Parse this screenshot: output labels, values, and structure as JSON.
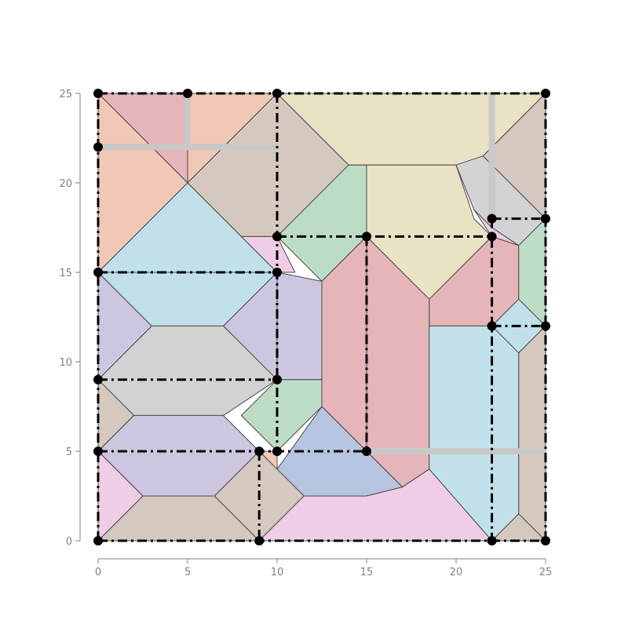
{
  "axes": {
    "x_range": [
      0,
      25
    ],
    "y_range": [
      0,
      25
    ],
    "x_ticks": [
      "0",
      "5",
      "10",
      "15",
      "20",
      "25"
    ],
    "y_ticks": [
      "0",
      "5",
      "10",
      "15",
      "20",
      "25"
    ],
    "axis_color": "#808080"
  },
  "colors": {
    "red": "#e5b5b9",
    "peach": "#f0c8b5",
    "taupe": "#d5c9bf",
    "cream": "#e9e2c5",
    "green": "#bcdcc5",
    "pink": "#efcde6",
    "lavender": "#ccc6e0",
    "lightblue": "#c1e1ea",
    "gray": "#d2d2d2",
    "steelblue": "#b6c4e0",
    "band": "#c8c8c8"
  },
  "regions": [
    {
      "name": "top-left-corner",
      "color": "red",
      "points": [
        [
          0,
          25
        ],
        [
          5,
          25
        ],
        [
          5,
          20
        ],
        [
          0,
          25
        ]
      ]
    },
    {
      "name": "top-left-peach-a",
      "color": "peach",
      "points": [
        [
          5,
          25
        ],
        [
          10,
          25
        ],
        [
          5,
          20
        ]
      ]
    },
    {
      "name": "top-left-peach-b",
      "color": "peach",
      "points": [
        [
          0,
          25
        ],
        [
          5,
          20
        ],
        [
          0,
          15
        ]
      ]
    },
    {
      "name": "top-center-taupe",
      "color": "taupe",
      "points": [
        [
          10,
          25
        ],
        [
          5,
          20
        ],
        [
          8,
          17
        ],
        [
          10,
          17
        ],
        [
          14,
          21
        ]
      ]
    },
    {
      "name": "upper-left-lightblue",
      "color": "lightblue",
      "points": [
        [
          0,
          15
        ],
        [
          5,
          20
        ],
        [
          8,
          17
        ],
        [
          10,
          15
        ]
      ]
    },
    {
      "name": "pink-sliver-top",
      "color": "pink",
      "points": [
        [
          8,
          17
        ],
        [
          10,
          17
        ],
        [
          11,
          15
        ],
        [
          10,
          15
        ]
      ]
    },
    {
      "name": "top-cream",
      "color": "cream",
      "points": [
        [
          10,
          25
        ],
        [
          25,
          25
        ],
        [
          21.5,
          21.5
        ],
        [
          20.5,
          21
        ],
        [
          14,
          21
        ]
      ]
    },
    {
      "name": "top-right-taupe",
      "color": "taupe",
      "points": [
        [
          25,
          25
        ],
        [
          25,
          18
        ],
        [
          21.5,
          21.5
        ]
      ]
    },
    {
      "name": "green-upper",
      "color": "green",
      "points": [
        [
          14,
          21
        ],
        [
          15,
          21
        ],
        [
          15,
          17
        ],
        [
          12.5,
          14.5
        ],
        [
          10,
          17
        ]
      ]
    },
    {
      "name": "cream-center",
      "color": "cream",
      "points": [
        [
          15,
          21
        ],
        [
          20,
          21
        ],
        [
          21,
          18
        ],
        [
          22,
          17
        ],
        [
          18.5,
          13.5
        ],
        [
          15,
          17
        ]
      ]
    },
    {
      "name": "gray-right",
      "color": "gray",
      "points": [
        [
          20,
          21
        ],
        [
          21.5,
          21.5
        ],
        [
          25,
          18
        ],
        [
          23.5,
          16.5
        ],
        [
          22,
          17.5
        ],
        [
          21,
          18.5
        ]
      ]
    },
    {
      "name": "pink-right",
      "color": "pink",
      "points": [
        [
          21,
          18.5
        ],
        [
          22,
          17.5
        ],
        [
          23.5,
          16.5
        ],
        [
          22,
          17
        ]
      ]
    },
    {
      "name": "red-right",
      "color": "red",
      "points": [
        [
          18.5,
          13.5
        ],
        [
          22,
          17
        ],
        [
          23.5,
          16.5
        ],
        [
          23.5,
          13.5
        ],
        [
          22,
          12
        ],
        [
          18.5,
          12
        ]
      ]
    },
    {
      "name": "green-right",
      "color": "green",
      "points": [
        [
          23.5,
          16.5
        ],
        [
          25,
          18
        ],
        [
          25,
          12
        ],
        [
          23.5,
          13.5
        ]
      ]
    },
    {
      "name": "lavender-left-upper",
      "color": "lavender",
      "points": [
        [
          0,
          15
        ],
        [
          3,
          12
        ],
        [
          0,
          9
        ]
      ]
    },
    {
      "name": "lightblue-upper-right-band",
      "color": "lightblue",
      "points": [
        [
          0,
          15
        ],
        [
          10,
          15
        ],
        [
          7,
          12
        ],
        [
          3,
          12
        ]
      ]
    },
    {
      "name": "lavender-center-left",
      "color": "lavender",
      "points": [
        [
          10,
          15
        ],
        [
          7,
          12
        ],
        [
          10,
          9
        ]
      ]
    },
    {
      "name": "lavender-center",
      "color": "lavender",
      "points": [
        [
          10,
          15
        ],
        [
          12.5,
          14.5
        ],
        [
          12.5,
          9
        ],
        [
          10,
          9
        ]
      ]
    },
    {
      "name": "gray-center",
      "color": "gray",
      "points": [
        [
          0,
          9
        ],
        [
          3,
          12
        ],
        [
          7,
          12
        ],
        [
          10,
          9
        ],
        [
          7,
          7
        ],
        [
          2,
          7
        ]
      ]
    },
    {
      "name": "red-center",
      "color": "red",
      "points": [
        [
          12.5,
          14.5
        ],
        [
          15,
          17
        ],
        [
          15,
          5
        ],
        [
          12.5,
          7.5
        ]
      ]
    },
    {
      "name": "red-center-right",
      "color": "red",
      "points": [
        [
          15,
          17
        ],
        [
          18.5,
          13.5
        ],
        [
          18.5,
          4
        ],
        [
          17,
          3
        ],
        [
          15,
          5
        ]
      ]
    },
    {
      "name": "lightblue-right",
      "color": "lightblue",
      "points": [
        [
          18.5,
          12
        ],
        [
          22,
          12
        ],
        [
          23.5,
          11
        ],
        [
          23.5,
          1.5
        ],
        [
          22,
          0
        ],
        [
          18.5,
          4
        ]
      ]
    },
    {
      "name": "lightblue-right-small",
      "color": "lightblue",
      "points": [
        [
          22,
          12
        ],
        [
          23.5,
          13.5
        ],
        [
          25,
          12
        ],
        [
          23.5,
          10.5
        ]
      ]
    },
    {
      "name": "taupe-right",
      "color": "taupe",
      "points": [
        [
          23.5,
          10.5
        ],
        [
          25,
          12
        ],
        [
          25,
          0
        ],
        [
          23.5,
          1.5
        ]
      ]
    },
    {
      "name": "taupe-bottom-right",
      "color": "taupe",
      "points": [
        [
          22,
          0
        ],
        [
          23.5,
          1.5
        ],
        [
          25,
          0
        ]
      ]
    },
    {
      "name": "green-center-low",
      "color": "green",
      "points": [
        [
          10,
          9
        ],
        [
          12.5,
          9
        ],
        [
          12.5,
          7.5
        ],
        [
          10,
          5
        ],
        [
          8,
          7
        ]
      ]
    },
    {
      "name": "steelblue-center",
      "color": "steelblue",
      "points": [
        [
          12.5,
          7.5
        ],
        [
          15,
          5
        ],
        [
          17,
          3
        ],
        [
          15,
          2.5
        ],
        [
          11.5,
          2.5
        ],
        [
          10,
          4
        ]
      ]
    },
    {
      "name": "taupe-left-low",
      "color": "taupe",
      "points": [
        [
          0,
          9
        ],
        [
          2,
          7
        ],
        [
          0,
          5
        ]
      ]
    },
    {
      "name": "lavender-bottom-left",
      "color": "lavender",
      "points": [
        [
          0,
          5
        ],
        [
          2,
          7
        ],
        [
          7,
          7
        ],
        [
          9,
          5
        ],
        [
          6.5,
          2.5
        ],
        [
          2.5,
          2.5
        ]
      ]
    },
    {
      "name": "pink-bottom-left",
      "color": "pink",
      "points": [
        [
          0,
          5
        ],
        [
          2.5,
          2.5
        ],
        [
          0,
          0
        ]
      ]
    },
    {
      "name": "taupe-bottom-left",
      "color": "taupe",
      "points": [
        [
          0,
          0
        ],
        [
          2.5,
          2.5
        ],
        [
          6.5,
          2.5
        ],
        [
          9,
          0
        ]
      ]
    },
    {
      "name": "peach-small",
      "color": "peach",
      "points": [
        [
          9,
          5
        ],
        [
          10,
          5
        ],
        [
          10,
          4
        ],
        [
          9,
          5
        ]
      ]
    },
    {
      "name": "taupe-bottom-center",
      "color": "taupe",
      "points": [
        [
          9,
          5
        ],
        [
          10,
          4
        ],
        [
          11.5,
          2.5
        ],
        [
          9,
          0
        ],
        [
          6.5,
          2.5
        ]
      ]
    },
    {
      "name": "pink-bottom-center",
      "color": "pink",
      "points": [
        [
          9,
          0
        ],
        [
          11.5,
          2.5
        ],
        [
          15,
          2.5
        ],
        [
          17,
          3
        ],
        [
          18.5,
          4
        ],
        [
          22,
          0
        ]
      ]
    }
  ],
  "bands": [
    {
      "name": "band-top-5",
      "points": [
        [
          5,
          25
        ],
        [
          5,
          22
        ]
      ]
    },
    {
      "name": "band-y22",
      "points": [
        [
          0,
          22
        ],
        [
          10,
          22
        ]
      ]
    },
    {
      "name": "band-x22-top",
      "points": [
        [
          22,
          25
        ],
        [
          22,
          18
        ]
      ]
    },
    {
      "name": "band-y5-right",
      "points": [
        [
          15,
          5
        ],
        [
          25,
          5
        ]
      ]
    }
  ],
  "edges": [
    {
      "name": "edge-top",
      "points": [
        [
          0,
          25
        ],
        [
          25,
          25
        ]
      ]
    },
    {
      "name": "edge-bottom",
      "points": [
        [
          0,
          0
        ],
        [
          25,
          0
        ]
      ]
    },
    {
      "name": "edge-left",
      "points": [
        [
          0,
          0
        ],
        [
          0,
          25
        ]
      ]
    },
    {
      "name": "edge-right",
      "points": [
        [
          25,
          0
        ],
        [
          25,
          25
        ]
      ]
    },
    {
      "name": "edge-x10",
      "points": [
        [
          10,
          25
        ],
        [
          10,
          5
        ]
      ]
    },
    {
      "name": "edge-y15",
      "points": [
        [
          0,
          15
        ],
        [
          10,
          15
        ]
      ]
    },
    {
      "name": "edge-y9",
      "points": [
        [
          0,
          9
        ],
        [
          10,
          9
        ]
      ]
    },
    {
      "name": "edge-y5",
      "points": [
        [
          0,
          5
        ],
        [
          15,
          5
        ]
      ]
    },
    {
      "name": "edge-x9",
      "points": [
        [
          9,
          5
        ],
        [
          9,
          0
        ]
      ]
    },
    {
      "name": "edge-y17",
      "points": [
        [
          10,
          17
        ],
        [
          22,
          17
        ]
      ]
    },
    {
      "name": "edge-x15",
      "points": [
        [
          15,
          17
        ],
        [
          15,
          5
        ]
      ]
    },
    {
      "name": "edge-x22",
      "points": [
        [
          22,
          18
        ],
        [
          22,
          0
        ]
      ]
    },
    {
      "name": "edge-y18",
      "points": [
        [
          22,
          18
        ],
        [
          25,
          18
        ]
      ]
    },
    {
      "name": "edge-y12",
      "points": [
        [
          22,
          12
        ],
        [
          25,
          12
        ]
      ]
    }
  ],
  "nodes": [
    [
      0,
      25
    ],
    [
      5,
      25
    ],
    [
      10,
      25
    ],
    [
      25,
      25
    ],
    [
      0,
      22
    ],
    [
      22,
      18
    ],
    [
      25,
      18
    ],
    [
      10,
      17
    ],
    [
      15,
      17
    ],
    [
      22,
      17
    ],
    [
      0,
      15
    ],
    [
      10,
      15
    ],
    [
      22,
      12
    ],
    [
      25,
      12
    ],
    [
      0,
      9
    ],
    [
      10,
      9
    ],
    [
      0,
      5
    ],
    [
      9,
      5
    ],
    [
      10,
      5
    ],
    [
      15,
      5
    ],
    [
      0,
      0
    ],
    [
      9,
      0
    ],
    [
      22,
      0
    ],
    [
      25,
      0
    ]
  ]
}
